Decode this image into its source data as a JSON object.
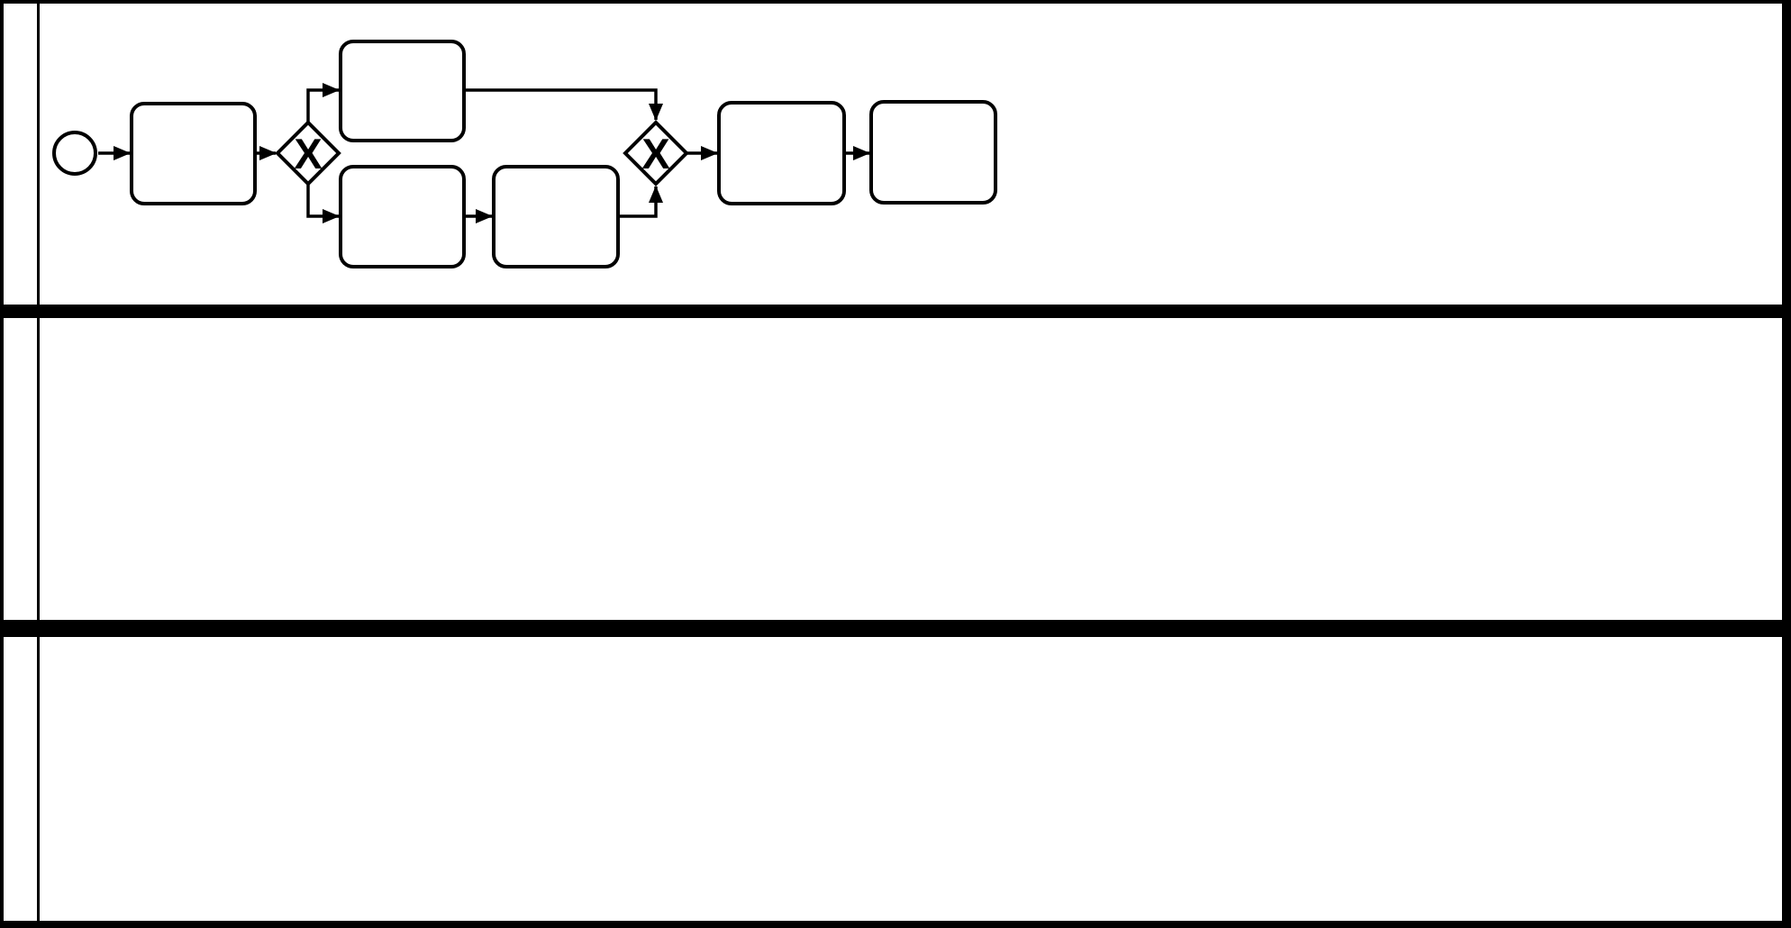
{
  "page": {
    "background_color": "#ffffff"
  },
  "diagram": {
    "kind": "bpmn-swimlane-process-diagram",
    "colors": {
      "stroke": "#000000",
      "shape_fill": "#ffffff",
      "lane_separator": "#000000"
    },
    "pool": {
      "label": "",
      "lane_count": 3,
      "lanes": [
        {
          "label": "",
          "content": "process-flow"
        },
        {
          "label": "",
          "content": "empty"
        },
        {
          "label": "",
          "content": "empty"
        }
      ]
    },
    "nodes": [
      {
        "id": "start-event",
        "type": "start-event",
        "label": ""
      },
      {
        "id": "task-1",
        "type": "task",
        "label": ""
      },
      {
        "id": "gateway-split",
        "type": "exclusive-gateway",
        "label": "X"
      },
      {
        "id": "task-2",
        "type": "task",
        "label": ""
      },
      {
        "id": "task-3",
        "type": "task",
        "label": ""
      },
      {
        "id": "task-4",
        "type": "task",
        "label": ""
      },
      {
        "id": "gateway-merge",
        "type": "exclusive-gateway",
        "label": "X"
      },
      {
        "id": "task-5",
        "type": "task",
        "label": ""
      },
      {
        "id": "task-6",
        "type": "task",
        "label": ""
      }
    ],
    "edges": [
      {
        "from": "start-event",
        "to": "task-1"
      },
      {
        "from": "task-1",
        "to": "gateway-split"
      },
      {
        "from": "gateway-split",
        "to": "task-2"
      },
      {
        "from": "gateway-split",
        "to": "task-3"
      },
      {
        "from": "task-3",
        "to": "task-4"
      },
      {
        "from": "task-2",
        "to": "gateway-merge"
      },
      {
        "from": "task-4",
        "to": "gateway-merge"
      },
      {
        "from": "gateway-merge",
        "to": "task-5"
      },
      {
        "from": "task-5",
        "to": "task-6"
      }
    ]
  }
}
